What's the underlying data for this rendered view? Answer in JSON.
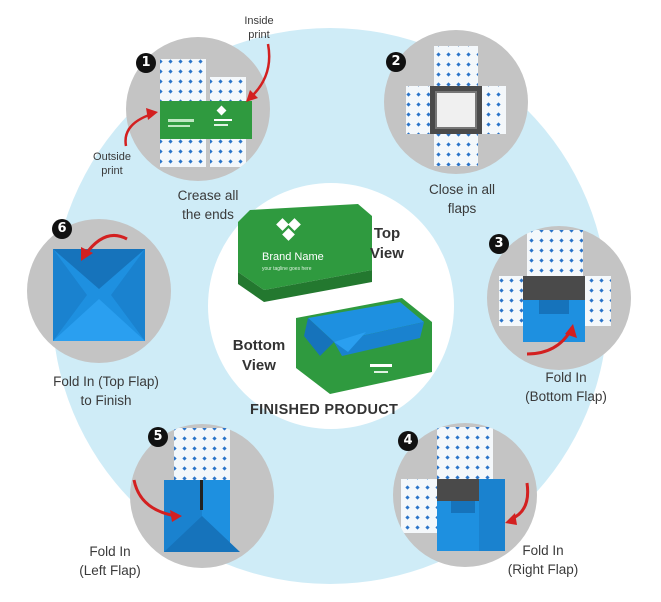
{
  "steps": [
    {
      "number": "1",
      "lines": [
        "Crease all",
        "the ends"
      ]
    },
    {
      "number": "2",
      "lines": [
        "Close in all",
        "flaps"
      ]
    },
    {
      "number": "3",
      "lines": [
        "Fold In",
        "(Bottom Flap)"
      ]
    },
    {
      "number": "4",
      "lines": [
        "Fold In",
        "(Right Flap)"
      ]
    },
    {
      "number": "5",
      "lines": [
        "Fold In",
        "(Left Flap)"
      ]
    },
    {
      "number": "6",
      "lines": [
        "Fold In (Top Flap)",
        "to Finish"
      ]
    }
  ],
  "callouts": {
    "inside_print": [
      "Inside",
      "print"
    ],
    "outside_print": [
      "Outside",
      "print"
    ]
  },
  "center": {
    "top_view": [
      "Top",
      "View"
    ],
    "bottom_view": [
      "Bottom",
      "View"
    ],
    "finished_product": "FINISHED PRODUCT",
    "brand_name": "Brand Name",
    "tagline": "your tagline goes here"
  },
  "colors": {
    "ring": "#cfecf7",
    "step_bg": "#c4c4c4",
    "box_green": "#2f9a3f",
    "flap_blue": "#1e90e0",
    "arrow_red": "#d32020"
  }
}
